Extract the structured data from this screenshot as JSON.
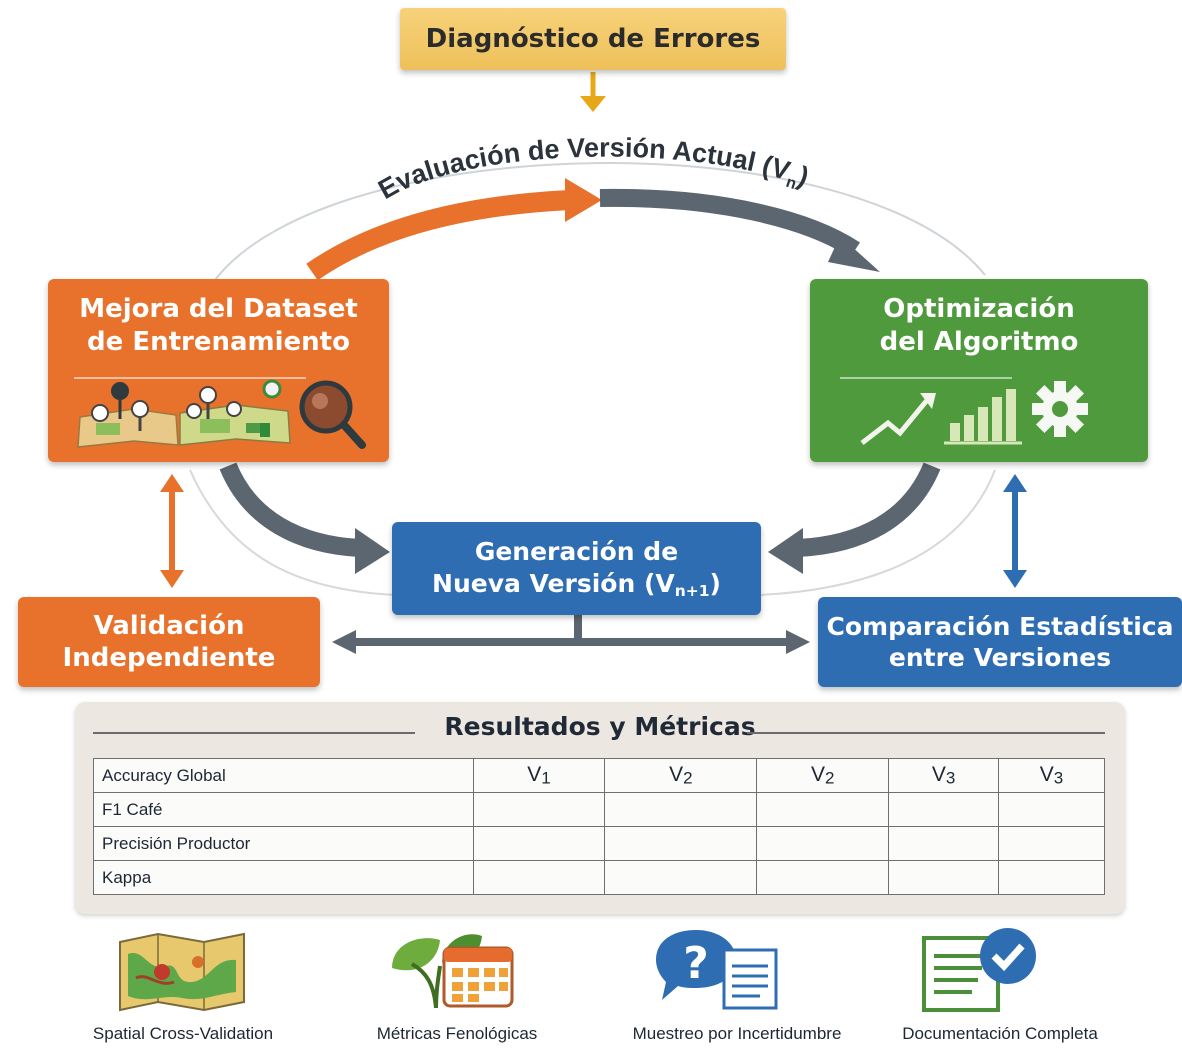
{
  "top_box": {
    "label": "Diagnóstico de Errores"
  },
  "cycle": {
    "label": "Evaluación de Versión Actual",
    "label_suffix": "(V",
    "label_sub": "n",
    "label_end": ")"
  },
  "dataset_box": {
    "line1": "Mejora del Dataset",
    "line2": "de Entrenamiento"
  },
  "algo_box": {
    "line1": "Optimización",
    "line2": "del Algoritmo"
  },
  "gen_box": {
    "line1": "Generación de",
    "line2_text": "Nueva Versión (V",
    "line2_sub": "n+1",
    "line2_end": ")"
  },
  "val_box": {
    "line1": "Validación",
    "line2": "Independiente"
  },
  "comp_box": {
    "line1": "Comparación Estadística",
    "line2": "entre Versiones"
  },
  "results": {
    "title": "Resultados y Métricas",
    "columns": [
      {
        "label": "V",
        "sub": "1"
      },
      {
        "label": "V",
        "sub": "2"
      },
      {
        "label": "V",
        "sub": "2"
      },
      {
        "label": "V",
        "sub": "3"
      },
      {
        "label": "V",
        "sub": "3"
      }
    ],
    "rows": [
      "Accuracy Global",
      "F1 Café",
      "Precisión Productor",
      "Kappa"
    ]
  },
  "bottom_items": [
    {
      "label": "Spatial Cross-Validation",
      "icon": "map-icon"
    },
    {
      "label": "Métricas Fenológicas",
      "icon": "plant-calendar-icon"
    },
    {
      "label": "Muestreo por Incertidumbre",
      "icon": "question-document-icon"
    },
    {
      "label": "Documentación Completa",
      "icon": "document-check-icon"
    }
  ],
  "colors": {
    "orange": "#e8722c",
    "green": "#4f9a3c",
    "blue": "#2f6db2",
    "yellow": "#f2c766",
    "gray_arrow": "#5b6670"
  }
}
